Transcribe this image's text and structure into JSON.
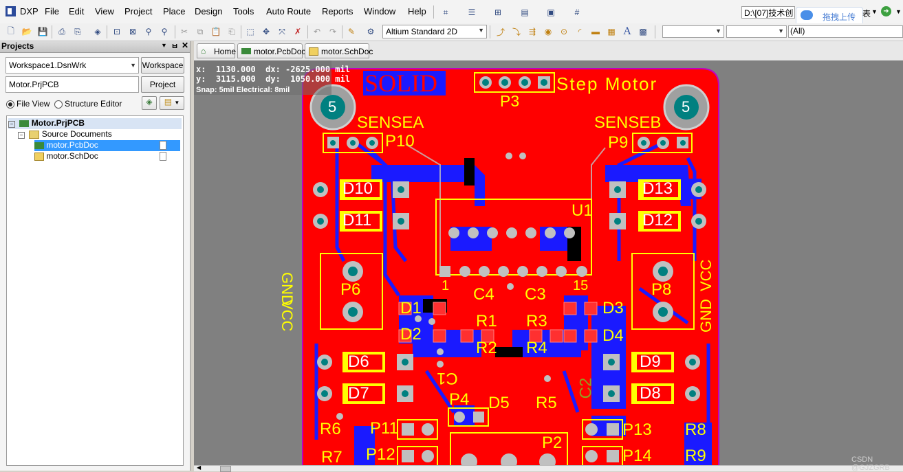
{
  "menubar": {
    "items": [
      "DXP",
      "File",
      "Edit",
      "View",
      "Project",
      "Place",
      "Design",
      "Tools",
      "Auto Route",
      "Reports",
      "Window",
      "Help"
    ],
    "path": "D:\\[07]技术创",
    "path_suffix": "表",
    "upload_label": "拖拽上传"
  },
  "toolbar": {
    "view_mode": "Altium Standard 2D",
    "filter_value": "(All)"
  },
  "projects_panel": {
    "title": "Projects",
    "workspace_value": "Workspace1.DsnWrk",
    "workspace_button": "Workspace",
    "project_value": "Motor.PrjPCB",
    "project_button": "Project",
    "view_options": [
      "File View",
      "Structure Editor"
    ],
    "tree": {
      "project": "Motor.PrjPCB",
      "folder": "Source Documents",
      "files": [
        "motor.PcbDoc",
        "motor.SchDoc"
      ]
    }
  },
  "doc_tabs": [
    "Home",
    "motor.PcbDoc",
    "motor.SchDoc"
  ],
  "pcb": {
    "coords": {
      "x_line": "x:  1130.000  dx: -2625.000 mil",
      "y_line": "y:  3115.000  dy:  1050.000 mil",
      "snap": "Snap: 5mil Electrical: 8mil"
    },
    "labels": {
      "solid": "SOLID",
      "step_motor": "Step Motor",
      "p3": "P3",
      "sensea": "SENSEA",
      "senseb": "SENSEB",
      "p10": "P10",
      "p9": "P9",
      "d10": "D10",
      "d11": "D11",
      "d13": "D13",
      "d12": "D12",
      "u1": "U1",
      "gnd_left": "GND",
      "vcc_left": "VCC",
      "gnd_right": "GND",
      "vcc_right": "VCC",
      "p6": "P6",
      "p8": "P8",
      "pin1": "1",
      "pin15": "15",
      "c4": "C4",
      "c3": "C3",
      "d1": "D1",
      "d2": "D2",
      "d3": "D3",
      "d4": "D4",
      "r1": "R1",
      "r2": "R2",
      "r3": "R3",
      "r4": "R4",
      "d6": "D6",
      "d7": "D7",
      "d9": "D9",
      "d8": "D8",
      "c1": "C1",
      "c2": "C2",
      "p4": "P4",
      "d5": "D5",
      "r5": "R5",
      "r6": "R6",
      "p11": "P11",
      "p12": "P12",
      "r7": "R7",
      "p2": "P2",
      "p13": "P13",
      "r8": "R8",
      "p14": "P14",
      "r9": "R9",
      "hole_mark": "5"
    }
  },
  "watermark": "CSDN @GJZGRB"
}
